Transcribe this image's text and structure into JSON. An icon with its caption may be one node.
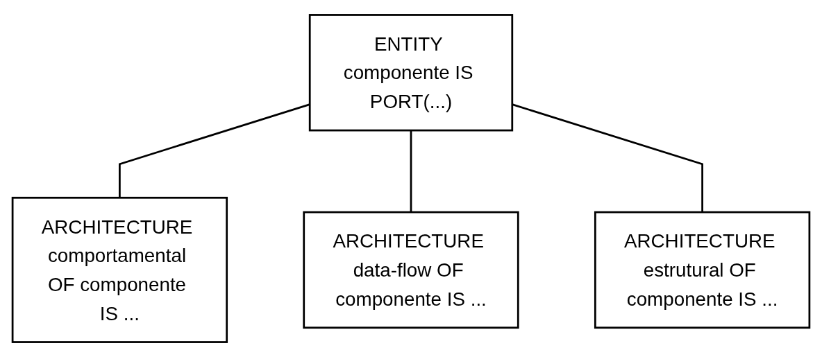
{
  "diagram": {
    "nodes": [
      {
        "text": [
          "ENTITY componente IS PORT(...)"
        ]
      },
      {
        "text": [
          "ARCHITECTURE comportamental OF componente IS ..."
        ]
      },
      {
        "text": [
          "ARCHITECTURE data-flow OF componente IS ..."
        ]
      },
      {
        "text": [
          "ARCHITECTURE estrutural OF componente IS ..."
        ]
      }
    ],
    "edges": [
      {
        "from": 0,
        "to": 1,
        "arrow": "none"
      },
      {
        "from": 0,
        "to": 2,
        "arrow": "none"
      },
      {
        "from": 0,
        "to": 3,
        "arrow": "none"
      }
    ]
  }
}
